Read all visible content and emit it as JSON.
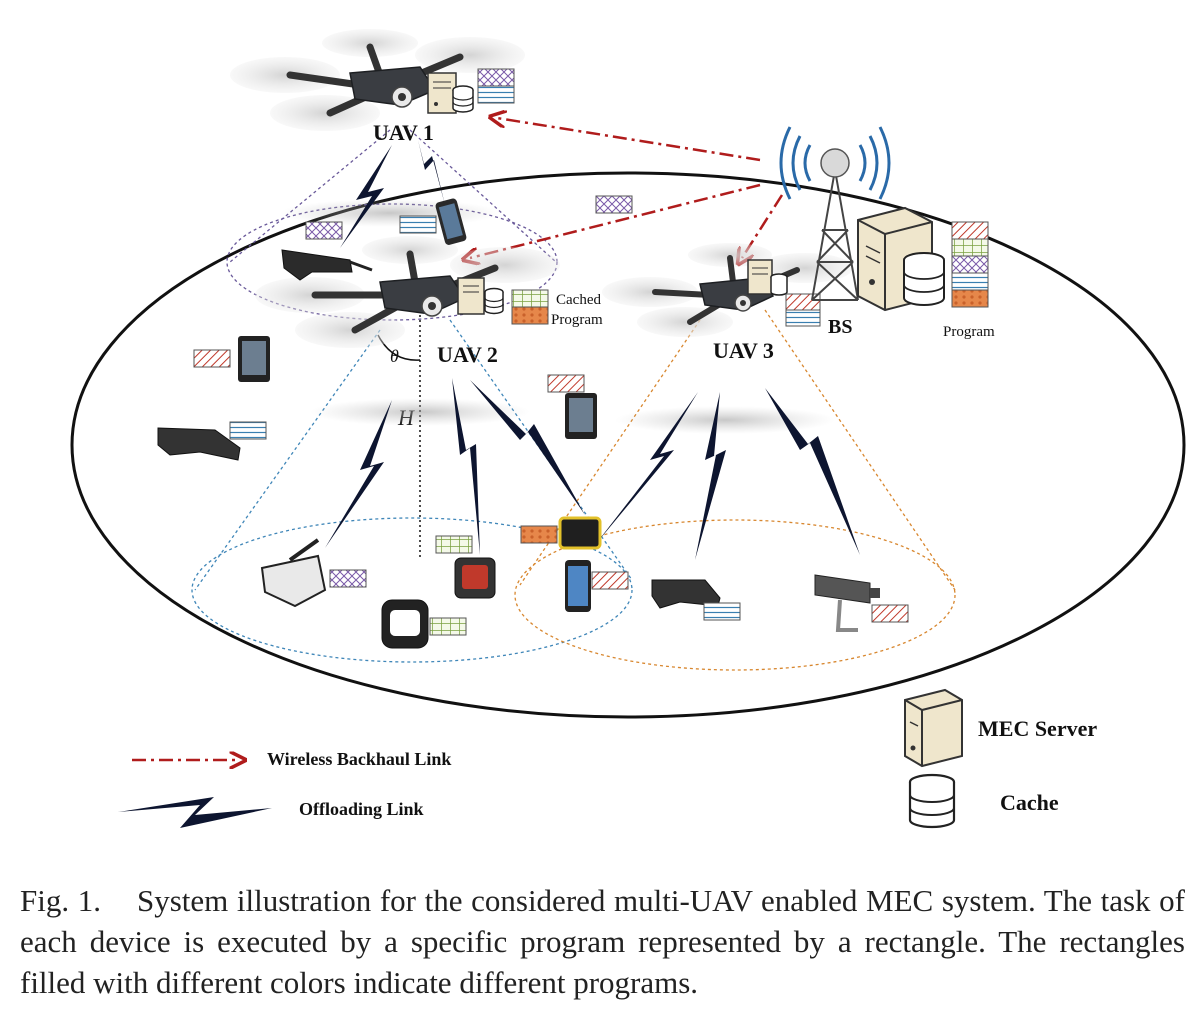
{
  "labels": {
    "uav1": "UAV 1",
    "uav2": "UAV 2",
    "uav3": "UAV 3",
    "bs": "BS",
    "cached_program_line1": "Cached",
    "cached_program_line2": "Program",
    "program": "Program",
    "theta": "θ",
    "height": "H"
  },
  "legend": {
    "backhaul": "Wireless Backhaul Link",
    "offloading": "Offloading Link",
    "mec_server": "MEC Server",
    "cache": "Cache"
  },
  "caption": {
    "number": "Fig. 1.",
    "text": "System illustration for the considered multi-UAV enabled MEC system. The task of each device is executed by a specific program represented by a rectangle. The rectangles filled with different colors indicate different programs."
  },
  "colors": {
    "backhaul": "#b01c1c",
    "offload": "#0d1530",
    "uav1_cone": "#6a5a9a",
    "uav2_cone": "#3f86b8",
    "uav3_cone": "#d8872f",
    "prog_hatch_red": "#c0392b",
    "prog_cross_purple": "#7a5aa8",
    "prog_blue_lines": "#3a7fb0",
    "prog_green_grid": "#7aa040",
    "prog_orange_brick": "#e07a3a"
  }
}
